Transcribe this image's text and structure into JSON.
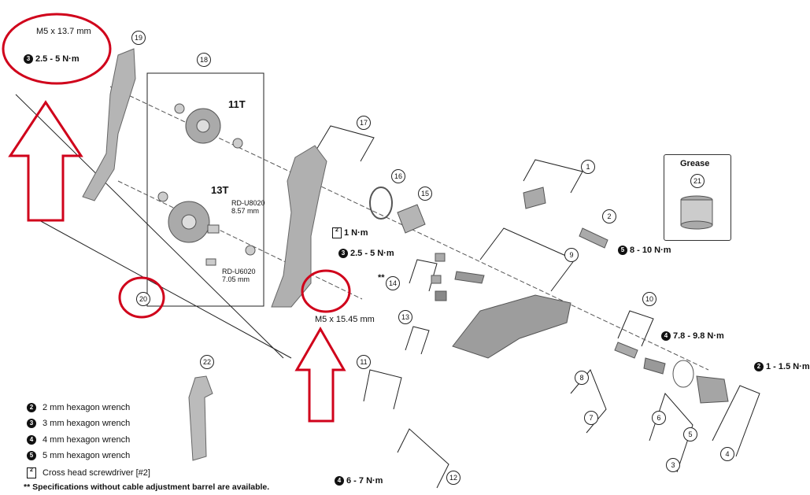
{
  "specs": {
    "top_bolt": "M5 x 13.7 mm",
    "top_torque": "2.5 - 5 N·m",
    "lower_bolt": "M5 x 15.45 mm",
    "pulley_11t": "11T",
    "pulley_13t": "13T",
    "rd_u8020": "RD-U8020",
    "rd_u8020_size": "8.57 mm",
    "rd_u6020": "RD-U6020",
    "rd_u6020_size": "7.05 mm",
    "grease": "Grease",
    "double_star": "**"
  },
  "torques": {
    "t_1nm": "1 N·m",
    "t_25_5": "2.5 - 5 N·m",
    "t_8_10": "8 - 10 N·m",
    "t_78_98": "7.8 - 9.8 N·m",
    "t_1_15": "1 - 1.5 N·m",
    "t_6_7": "6 - 7 N·m"
  },
  "tool_numbers": {
    "two": "2",
    "three": "3",
    "four": "4",
    "five": "5"
  },
  "callouts": [
    "1",
    "2",
    "3",
    "4",
    "5",
    "6",
    "7",
    "8",
    "9",
    "10",
    "11",
    "12",
    "13",
    "14",
    "15",
    "16",
    "17",
    "18",
    "19",
    "20",
    "21",
    "22"
  ],
  "legend": [
    {
      "num": "2",
      "text": "2 mm hexagon wrench"
    },
    {
      "num": "3",
      "text": "3 mm hexagon wrench"
    },
    {
      "num": "4",
      "text": "4 mm hexagon wrench"
    },
    {
      "num": "5",
      "text": "5 mm hexagon wrench"
    },
    {
      "num": "#2",
      "text": "Cross head screwdriver [#2]"
    }
  ],
  "footnote": "** Specifications without cable adjustment barrel are available.",
  "colors": {
    "annotation_red": "#d0021b",
    "line": "#222222",
    "part_gray": "#9a9a9a"
  }
}
